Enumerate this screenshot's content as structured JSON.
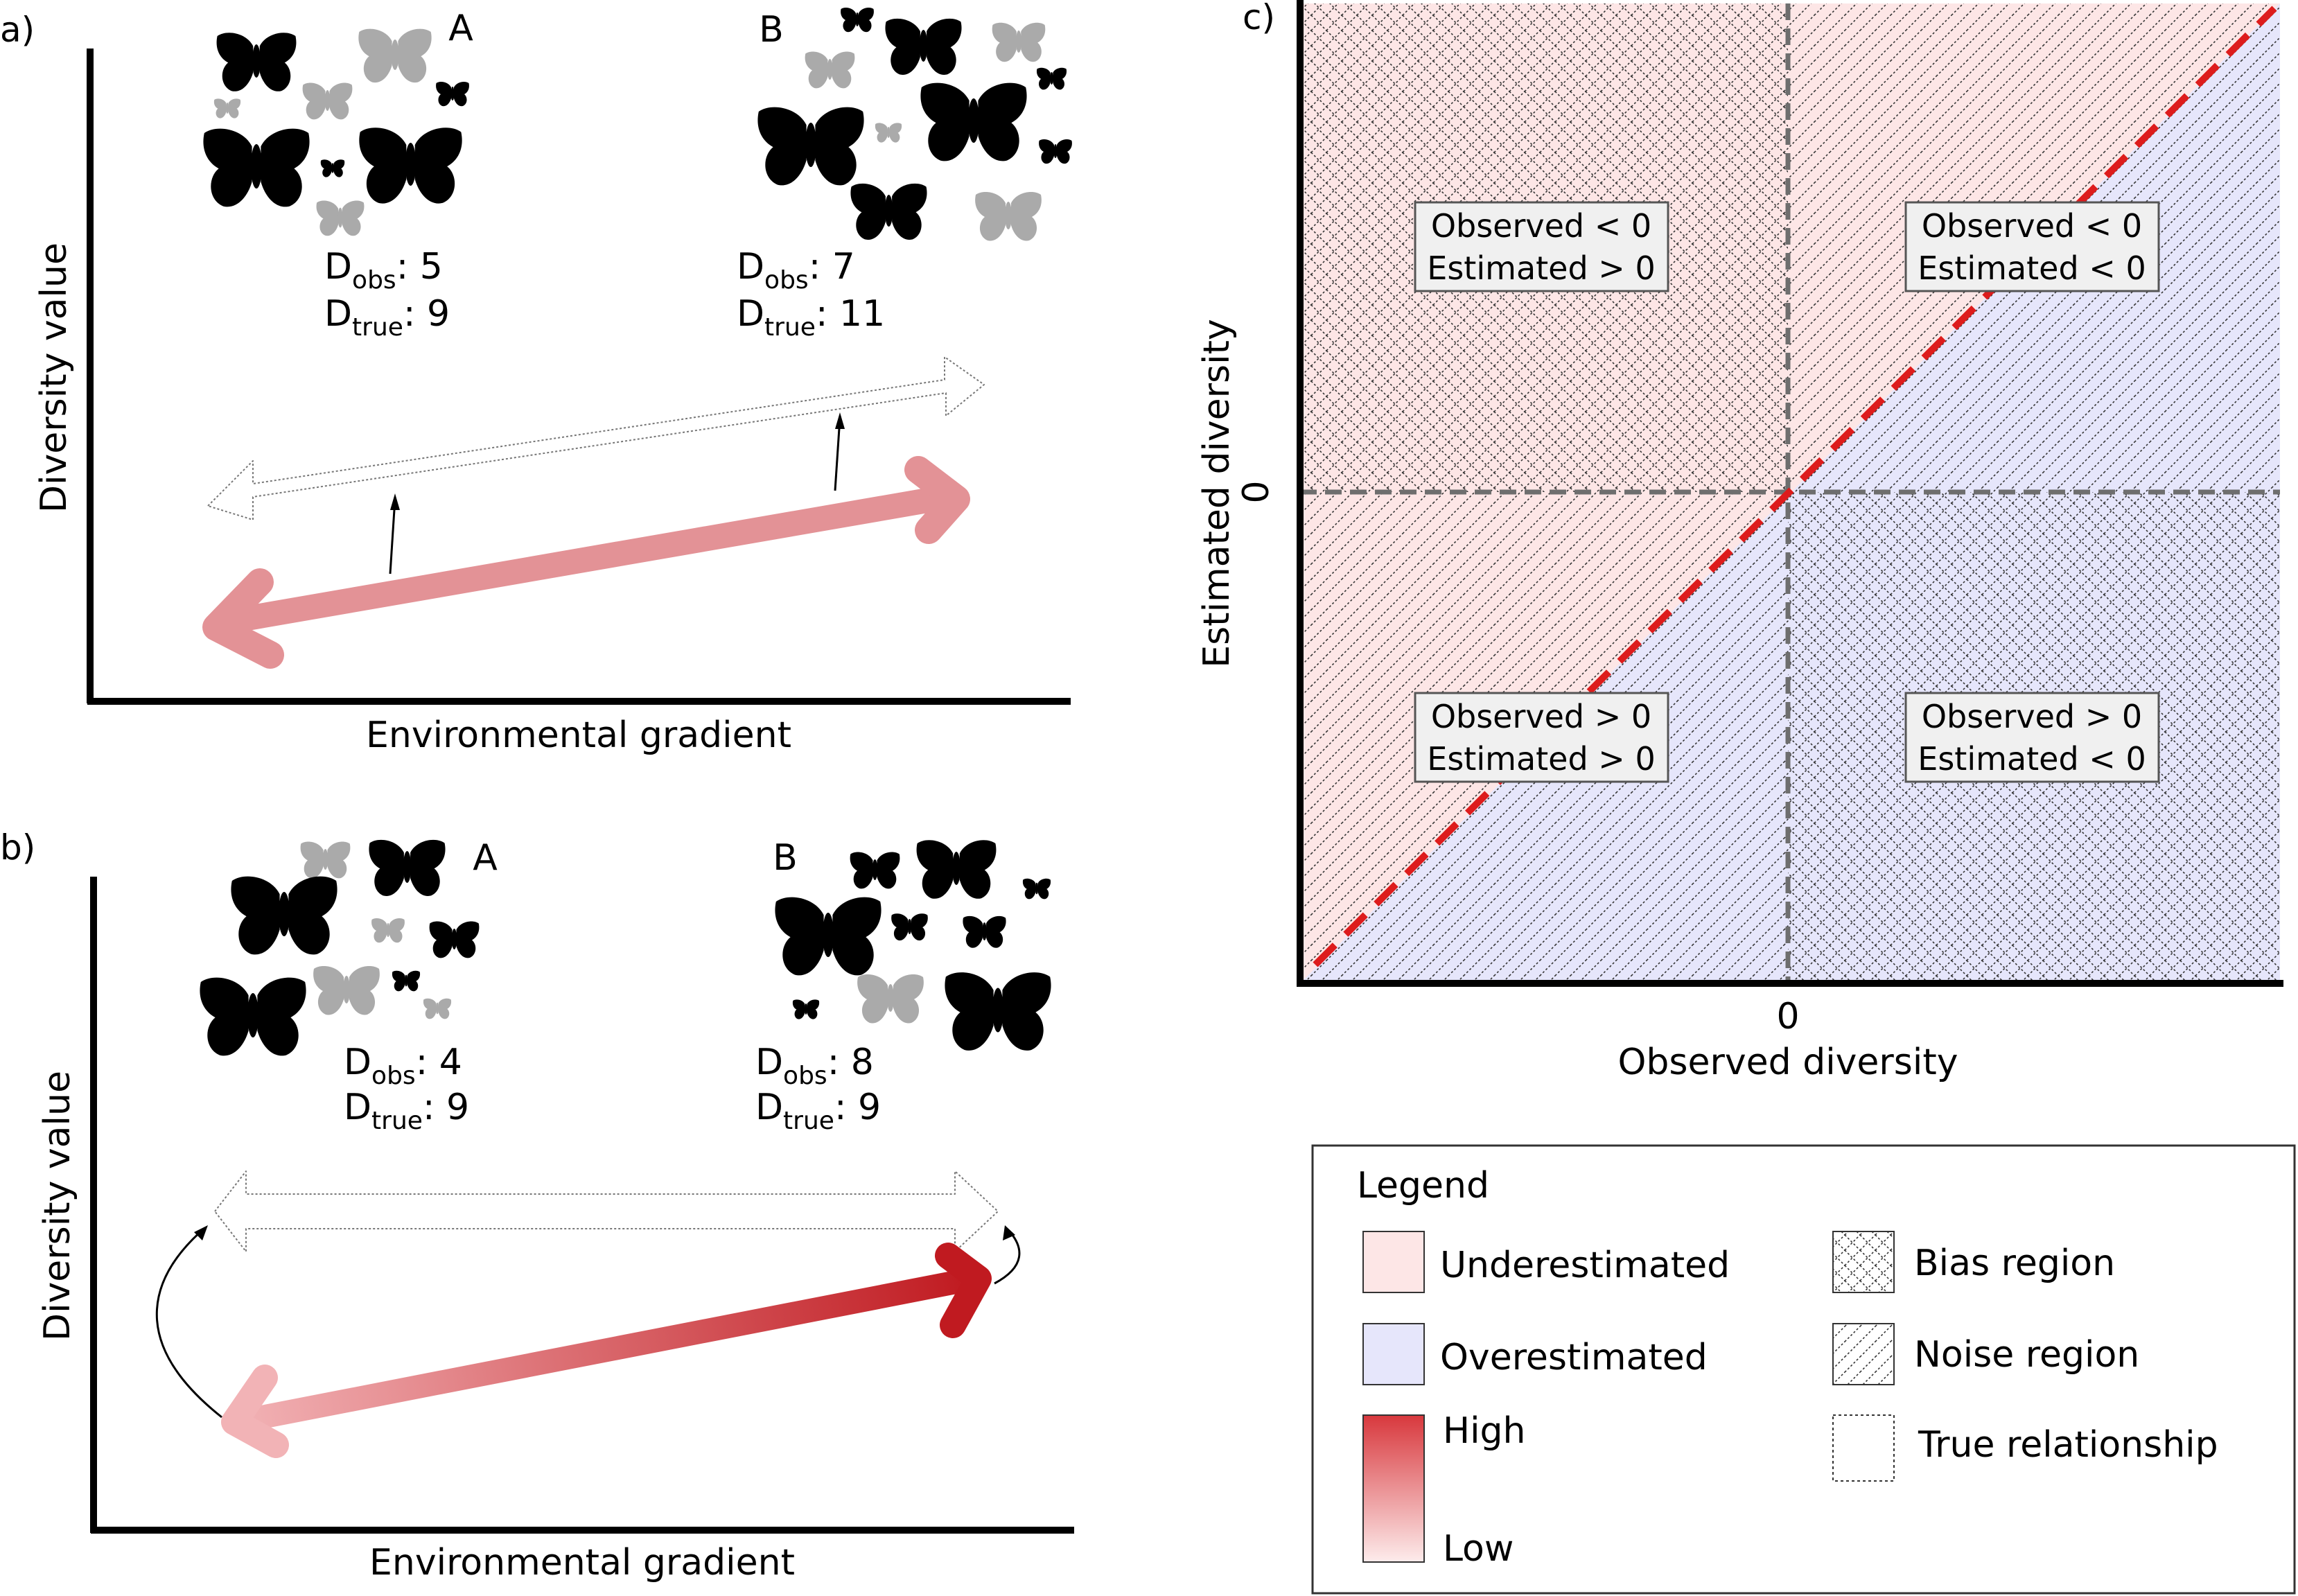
{
  "panels": {
    "a": {
      "label": "a)",
      "ylabel": "Diversity value",
      "xlabel": "Environmental gradient",
      "sites": [
        {
          "name": "A",
          "d_obs": "5",
          "d_true": "9"
        },
        {
          "name": "B",
          "d_obs": "7",
          "d_true": "11"
        }
      ]
    },
    "b": {
      "label": "b)",
      "ylabel": "Diversity value",
      "xlabel": "Environmental gradient",
      "sites": [
        {
          "name": "A",
          "d_obs": "4",
          "d_true": "9"
        },
        {
          "name": "B",
          "d_obs": "8",
          "d_true": "9"
        }
      ]
    },
    "c": {
      "label": "c)",
      "xlabel": "Observed diversity",
      "ylabel": "Estimated diversity",
      "x_zero": "0",
      "y_zero": "0",
      "quadrants": {
        "top_left": {
          "line1": "Observed < 0",
          "line2": "Estimated > 0"
        },
        "top_right": {
          "line1": "Observed < 0",
          "line2": "Estimated < 0"
        },
        "bottom_left": {
          "line1": "Observed > 0",
          "line2": "Estimated > 0"
        },
        "bottom_right": {
          "line1": "Observed > 0",
          "line2": "Estimated < 0"
        }
      }
    }
  },
  "sub_labels": {
    "d": "D",
    "obs": "obs",
    "true": "true"
  },
  "legend": {
    "title": "Legend",
    "underestimated": "Underestimated",
    "overestimated": "Overestimated",
    "high": "High",
    "low": "Low",
    "bias": "Bias region",
    "noise": "Noise region",
    "true_rel": "True relationship"
  },
  "colors": {
    "underestimated": "#fde6e6",
    "overestimated": "#e6e6fb",
    "identity_line": "#dd1c1c",
    "arrow_a": "#e39296",
    "arrow_b_dark": "#c01a20",
    "arrow_b_light": "#f2b3b6",
    "butterfly_dark": "#000000",
    "butterfly_light": "#aaaaaa"
  }
}
